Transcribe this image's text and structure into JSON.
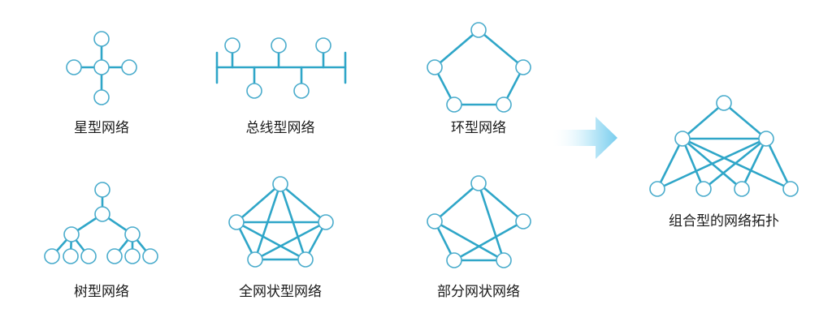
{
  "accent_color": "#2fa6c8",
  "node_fill": "#ffffff",
  "labels": {
    "star": "星型网络",
    "bus": "总线型网络",
    "ring": "环型网络",
    "tree": "树型网络",
    "full_mesh": "全网状型网络",
    "partial_mesh": "部分网状网络",
    "hybrid": "组合型的网络拓扑"
  },
  "arrow": {
    "direction": "right",
    "color_start": "#ffffff",
    "color_end": "#7fd0ee"
  },
  "topologies": [
    {
      "id": "star",
      "nodes": 5,
      "edges": 4
    },
    {
      "id": "bus",
      "nodes": 5,
      "edges": 6
    },
    {
      "id": "ring",
      "nodes": 5,
      "edges": 5
    },
    {
      "id": "tree",
      "nodes": 9,
      "edges": 8
    },
    {
      "id": "full_mesh",
      "nodes": 5,
      "edges": 10
    },
    {
      "id": "partial_mesh",
      "nodes": 5,
      "edges": 7
    },
    {
      "id": "hybrid",
      "nodes": 7,
      "edges": 12
    }
  ]
}
